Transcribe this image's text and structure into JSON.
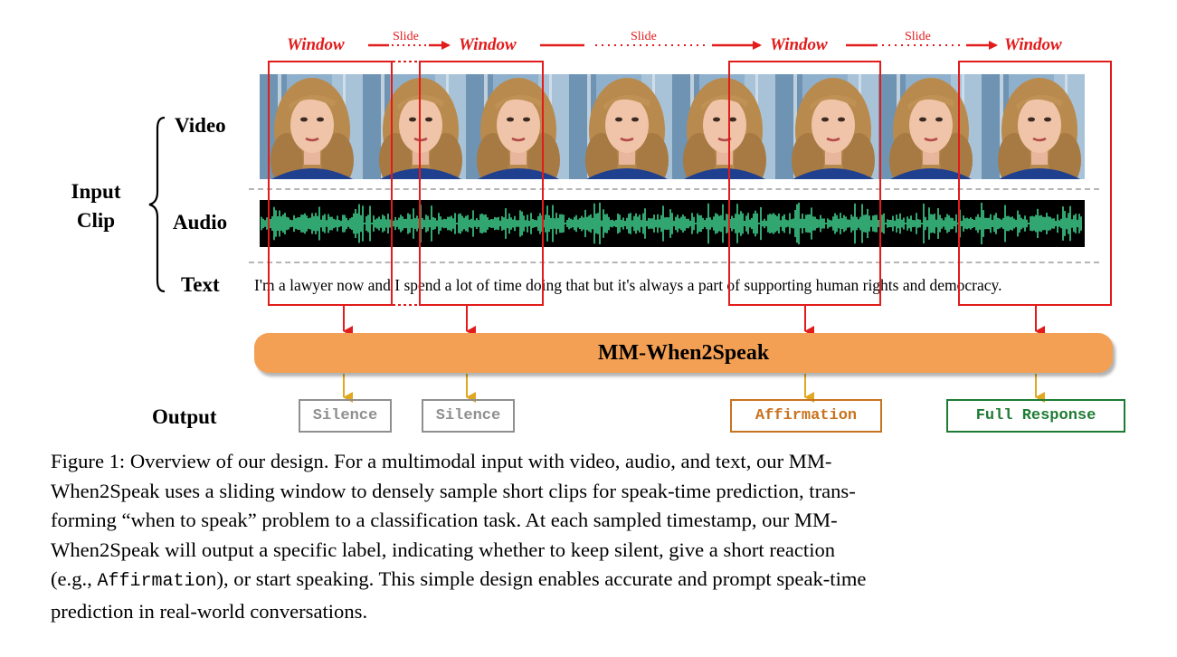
{
  "top_labels": {
    "windows": [
      "Window",
      "Window",
      "Window",
      "Window"
    ],
    "slides": [
      "Slide",
      "Slide",
      "Slide"
    ]
  },
  "input_clip_label": [
    "Input",
    "Clip"
  ],
  "rows": {
    "video": "Video",
    "audio": "Audio",
    "text": "Text"
  },
  "transcript": "I'm a lawyer now and I spend a lot of time doing that but it's always a part of supporting human rights and democracy.",
  "model_name": "MM-When2Speak",
  "output_label": "Output",
  "outputs": [
    {
      "label": "Silence",
      "color": "#8f8f8f"
    },
    {
      "label": "Silence",
      "color": "#8f8f8f"
    },
    {
      "label": "Affirmation",
      "color": "#c8731f"
    },
    {
      "label": "Full Response",
      "color": "#1e7b34"
    }
  ],
  "colors": {
    "window": "#e21b1b",
    "model_bar": "#f3a055",
    "waveform": "#3fd08c",
    "arrow_out": "#e0a820"
  },
  "caption": {
    "line1": "Figure 1: Overview of our design. For a multimodal input with video, audio, and text, our MM-",
    "line2": "When2Speak uses a sliding window to densely sample short clips for speak-time prediction, trans-",
    "line3": "forming “when to speak” problem to a classification task. At each sampled timestamp, our MM-",
    "line4": "When2Speak will output a specific label, indicating whether to keep silent, give a short reaction",
    "line5_pre": "(e.g., ",
    "line5_mono": "Affirmation",
    "line5_post": "), or start speaking. This simple design enables accurate and prompt speak-time",
    "line6": "prediction in real-world conversations."
  }
}
